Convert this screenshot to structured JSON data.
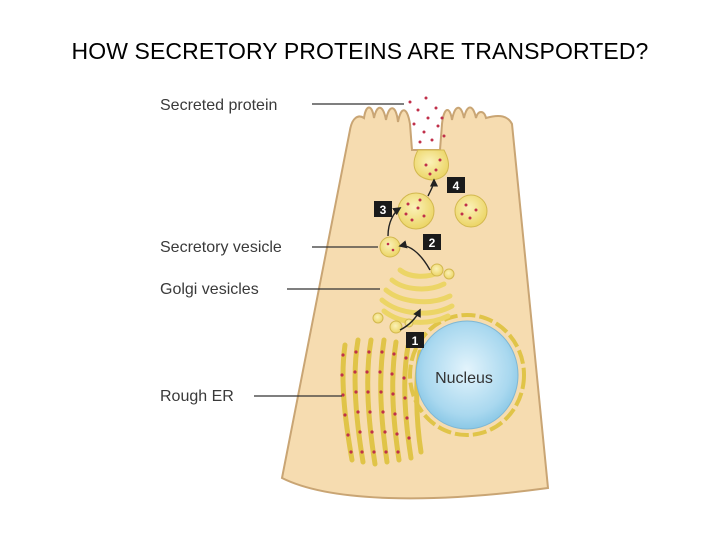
{
  "title": "HOW SECRETORY PROTEINS ARE TRANSPORTED?",
  "labels": {
    "secreted_protein": "Secreted protein",
    "secretory_vesicle": "Secretory vesicle",
    "golgi_vesicles": "Golgi vesicles",
    "rough_er": "Rough ER",
    "nucleus": "Nucleus"
  },
  "steps": [
    "1",
    "2",
    "3",
    "4"
  ],
  "colors": {
    "cell_fill": "#f6dcb0",
    "cell_outline": "#c9a574",
    "vesicle_fill": "#f4e27a",
    "nucleus_fill": "#a9d8ef",
    "protein_dots": "#c0304a",
    "step_badge": "#1a1a1a"
  }
}
